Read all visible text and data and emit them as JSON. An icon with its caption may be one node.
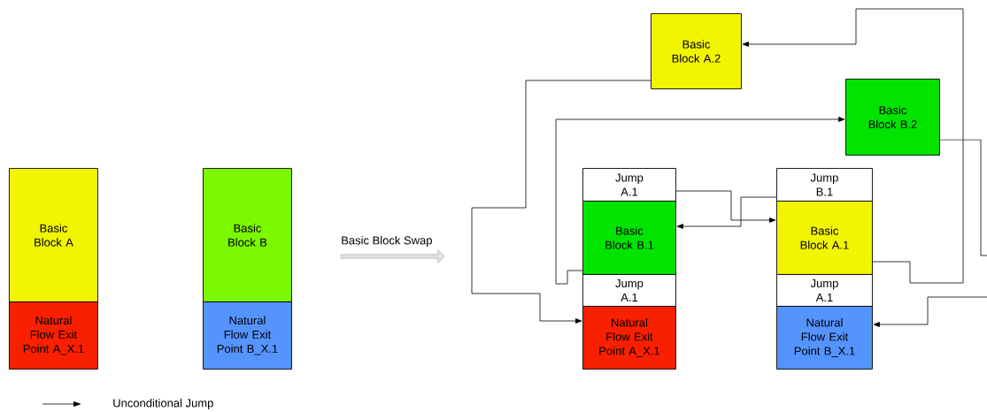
{
  "diagram": {
    "nodes": [
      {
        "text": [
          "Basic Block A"
        ]
      },
      {
        "text": [
          "Natural Flow Exit Point A_X.1"
        ]
      },
      {
        "text": [
          "Basic Block B"
        ]
      },
      {
        "text": [
          "Natural Flow Exit Point B_X.1"
        ]
      },
      {
        "text": [
          "Basic Block A.2"
        ]
      },
      {
        "text": [
          "Basic Block B.2"
        ]
      },
      {
        "text": [
          "Jump A.1"
        ]
      },
      {
        "text": [
          "Basic Block B.1"
        ]
      },
      {
        "text": [
          "Jump A.1"
        ]
      },
      {
        "text": [
          "Natural Flow Exit Point A_X.1"
        ]
      },
      {
        "text": [
          "Jump B.1"
        ]
      },
      {
        "text": [
          "Basic Block A.1"
        ]
      },
      {
        "text": [
          "Jump A.1"
        ]
      },
      {
        "text": [
          "Natural Flow Exit Point B_X.1"
        ]
      }
    ],
    "edges": [
      {
        "from": 6,
        "to": 11,
        "arrow": "to"
      },
      {
        "from": 10,
        "to": 7,
        "arrow": "to"
      },
      {
        "from": 4,
        "to": 9,
        "arrow": "to"
      },
      {
        "from": 7,
        "to": 5,
        "arrow": "to"
      },
      {
        "from": 5,
        "to": 13,
        "arrow": "to"
      },
      {
        "from": 11,
        "to": 4,
        "arrow": "to"
      }
    ],
    "labels": [
      "Basic Block Swap"
    ],
    "legend": [
      {
        "text": "Unconditional Jump"
      }
    ]
  }
}
